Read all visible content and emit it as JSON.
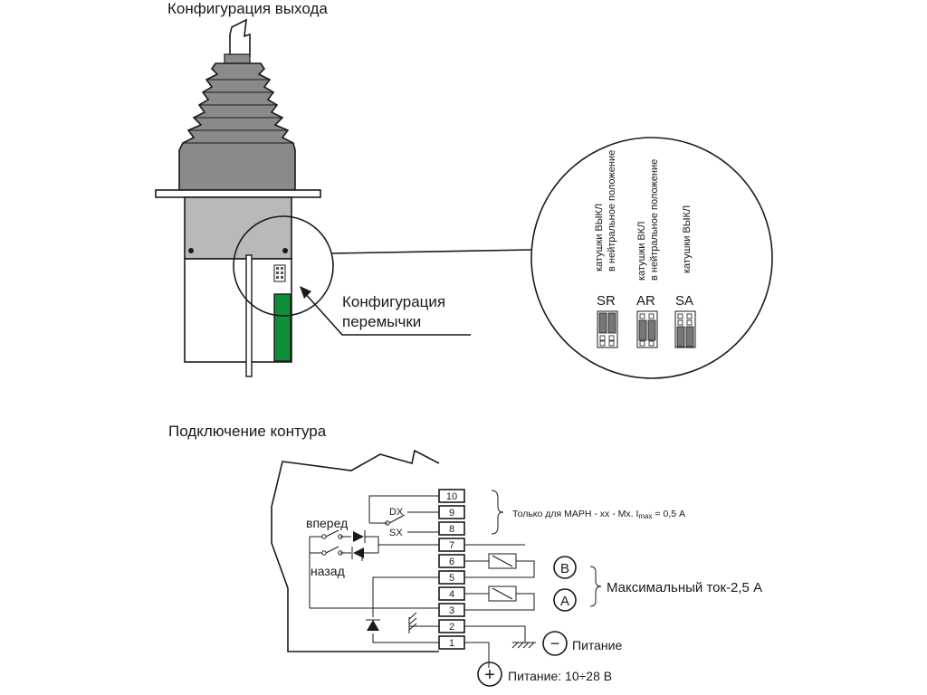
{
  "top": {
    "title": "Конфигурация выхода",
    "jumper_callout_line1": "Конфигурация",
    "jumper_callout_line2": "перемычки"
  },
  "jumpers": {
    "options": [
      {
        "code": "SR",
        "line1": "катушки ВЫКЛ",
        "line2": "в нейтральное положение"
      },
      {
        "code": "AR",
        "line1": "катушки ВКЛ",
        "line2": "в нейтральное положение"
      },
      {
        "code": "SA",
        "line1": "катушки ВЫКЛ",
        "line2": ""
      }
    ]
  },
  "bottom": {
    "title": "Подключение контура",
    "forward_label": "вперед",
    "backward_label": "назад",
    "dx_label": "DX",
    "sx_label": "SX",
    "terminals": [
      "10",
      "9",
      "8",
      "7",
      "6",
      "5",
      "4",
      "3",
      "2",
      "1"
    ],
    "note_main": "Только для МАРН - хх - Мх. I",
    "note_sub": "max",
    "note_tail": " = 0,5 А",
    "coil_b": "B",
    "coil_a": "A",
    "max_current": "Максимальный ток-2,5 А",
    "supply_minus_label": "Питание",
    "supply_plus_label": "Питание: 10÷28 В",
    "minus_symbol": "−",
    "plus_symbol": "+"
  },
  "colors": {
    "boot": "#8a8a8a",
    "body": "#b9b9b9",
    "green": "#0f8f3a",
    "line": "#1a1a1a"
  }
}
